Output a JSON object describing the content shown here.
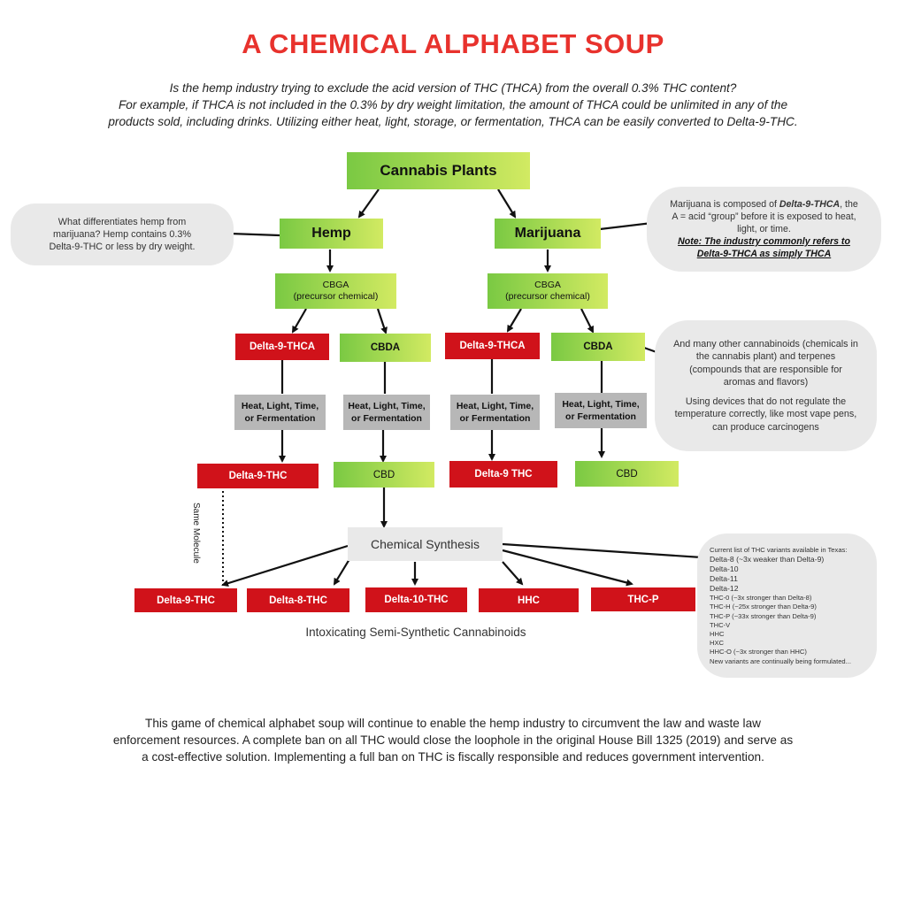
{
  "title": "A CHEMICAL ALPHABET SOUP",
  "intro": {
    "line1": "Is the hemp industry trying to exclude the acid version of THC (THCA) from the overall 0.3% THC content?",
    "line2": "For example, if THCA is not included in the 0.3% by dry weight limitation, the amount of THCA could be unlimited in any of the",
    "line3": "products sold, including drinks. Utilizing either heat, light, storage, or fermentation, THCA can be easily converted to Delta-9-THC."
  },
  "nodes": {
    "cannabis_plants": "Cannabis Plants",
    "hemp": "Hemp",
    "marijuana": "Marijuana",
    "cbga_left_line1": "CBGA",
    "cbga_left_line2": "(precursor chemical)",
    "cbga_right_line1": "CBGA",
    "cbga_right_line2": "(precursor chemical)",
    "thca_left": "Delta-9-THCA",
    "cbda_left": "CBDA",
    "thca_right": "Delta-9-THCA",
    "cbda_right": "CBDA",
    "process_line1": "Heat, Light, Time,",
    "process_line2": "or Fermentation",
    "thc_left": "Delta-9-THC",
    "cbd_left": "CBD",
    "thc_right": "Delta-9 THC",
    "cbd_right": "CBD",
    "chemical_synthesis": "Chemical Synthesis",
    "same_molecule": "Same Molecule",
    "synth_products": [
      "Delta-9-THC",
      "Delta-8-THC",
      "Delta-10-THC",
      "HHC",
      "THC-P"
    ],
    "intoxicating_label": "Intoxicating Semi-Synthetic Cannabinoids"
  },
  "bubbles": {
    "hemp_note": {
      "line1": "What differentiates hemp from",
      "line2": "marijuana?  Hemp contains 0.3%",
      "line3": "Delta-9-THC or less by dry weight."
    },
    "marijuana_note": {
      "pre": "Marijuana is composed of ",
      "bold": "Delta-9-THCA",
      "post": ", the A = acid “group” before it is exposed to heat, light, or time.",
      "note": "Note: The industry commonly refers to Delta-9-THCA as simply THCA"
    },
    "cannabinoids_note": {
      "para1": "And many other cannabinoids (chemicals in the cannabis plant) and terpenes (compounds that are responsible for aromas and flavors)",
      "para2": "Using devices that do not regulate the temperature correctly, like most vape pens, can produce carcinogens"
    },
    "variants": {
      "heading": "Current list of THC variants available in Texas:",
      "items": [
        "Delta-8 (~3x weaker than Delta-9)",
        "Delta-10",
        "Delta-11",
        "Delta-12",
        "THC-0 (~3x stronger than Delta-8)",
        "THC-H (~25x stronger than Delta-9)",
        "THC-P (~33x stronger than Delta-9)",
        "THC-V",
        "HHC",
        "HXC",
        "HHC-O (~3x stronger than HHC)",
        "New variants are continually being formulated..."
      ]
    }
  },
  "bottom": {
    "line1": "This game of chemical alphabet soup will continue to enable the hemp industry to circumvent the law and waste law",
    "line2": "enforcement resources. A complete ban on all THC would close the loophole in the original House Bill 1325 (2019) and serve as",
    "line3": "a cost-effective solution. Implementing a full ban on THC is fiscally responsible and reduces government intervention."
  },
  "colors": {
    "title_red": "#e8322d",
    "node_red": "#d0121a",
    "green_start": "#7ac943",
    "green_end": "#d2ea62",
    "process_gray": "#b7b7b7",
    "bubble_gray": "#e9e9e9"
  }
}
